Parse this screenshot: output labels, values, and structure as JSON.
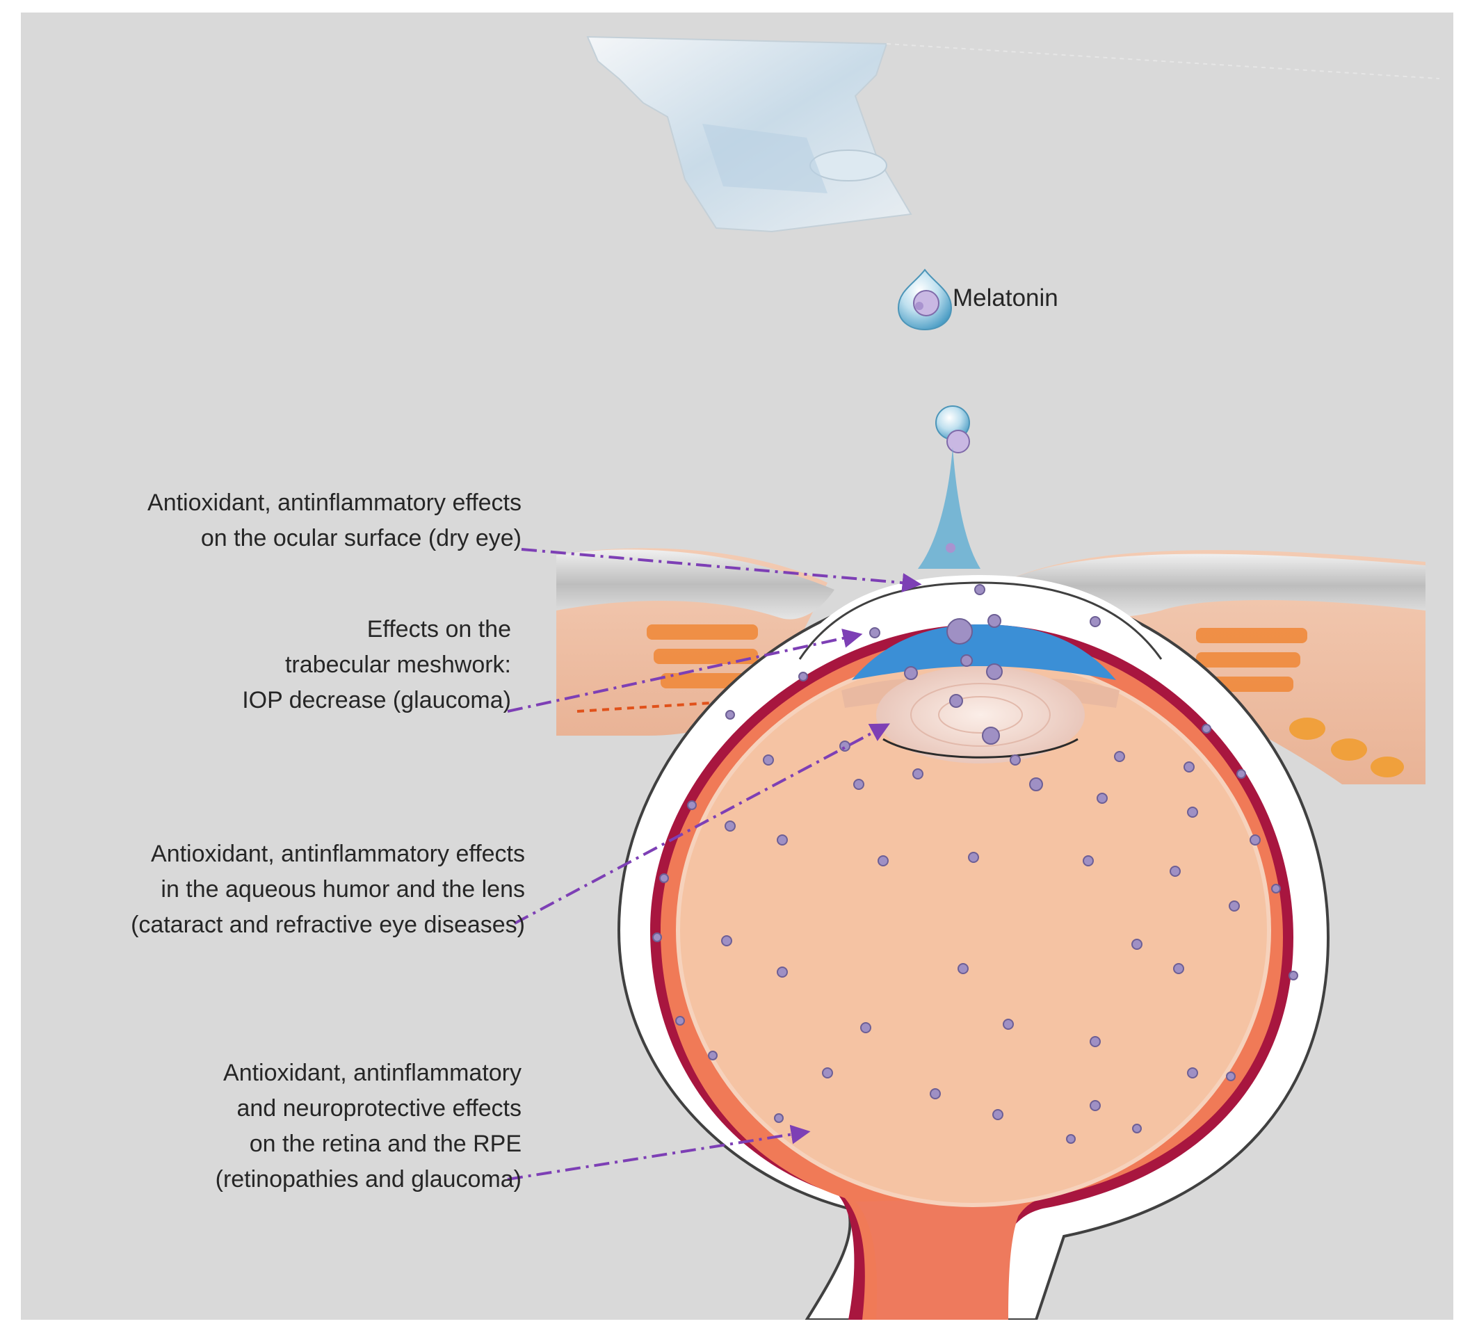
{
  "colors": {
    "background": "#d9d9d9",
    "arrow": "#7d3fb5",
    "sclera": "#ffffff",
    "choroid": "#a8163f",
    "retina": "#f07a57",
    "vitreous": "#f5c3a3",
    "aqueous": "#3b8fd6",
    "lens": "#f2dcd4",
    "eyelid_tissue": "#f1c4aa",
    "muscle": "#f08a3c",
    "molecule": "#9f90c4"
  },
  "icons": [
    "dropper-bottle-icon",
    "drop-icon",
    "melatonin-molecule-icon"
  ],
  "labels": {
    "melatonin": "Melatonin",
    "ocular_surface": "Antioxidant, antinflammatory effects\non the ocular surface (dry eye)",
    "trabecular": "Effects on the\ntrabecular meshwork:\nIOP decrease (glaucoma)",
    "aqueous_lens": "Antioxidant, antinflammatory effects\nin the aqueous humor and the lens\n(cataract and refractive eye diseases)",
    "retina": "Antioxidant, antinflammatory\nand neuroprotective effects\non the retina and the RPE\n(retinopathies and glaucoma)"
  }
}
